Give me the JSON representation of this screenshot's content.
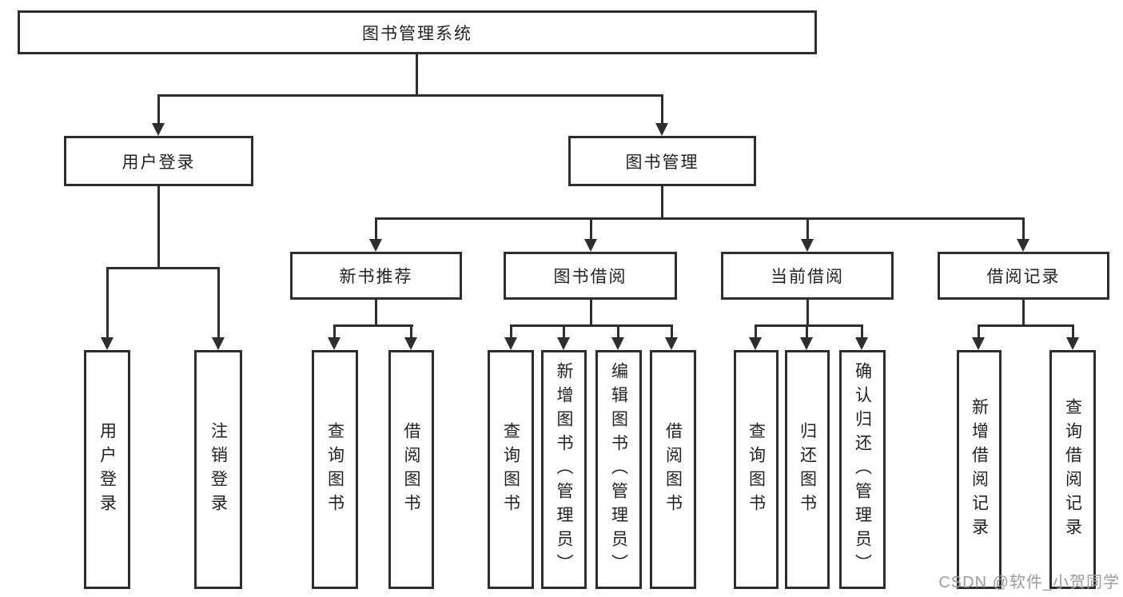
{
  "tree": {
    "root": "图书管理系统",
    "branches": [
      {
        "label": "用户登录",
        "children": [
          "用户登录",
          "注销登录"
        ]
      },
      {
        "label": "图书管理",
        "groups": [
          {
            "label": "新书推荐",
            "children": [
              "查询图书",
              "借阅图书"
            ]
          },
          {
            "label": "图书借阅",
            "children": [
              "查询图书",
              "新增图书（管理员）",
              "编辑图书（管理员）",
              "借阅图书"
            ]
          },
          {
            "label": "当前借阅",
            "children": [
              "查询图书",
              "归还图书",
              "确认归还（管理员）"
            ]
          },
          {
            "label": "借阅记录",
            "children": [
              "新增借阅记录",
              "查询借阅记录"
            ]
          }
        ]
      }
    ]
  },
  "watermark": "CSDN @软件_小贺同学",
  "colors": {
    "line": "#2e2e2e",
    "text": "#222222",
    "watermark": "#9c9c9c",
    "bg": "#ffffff"
  }
}
